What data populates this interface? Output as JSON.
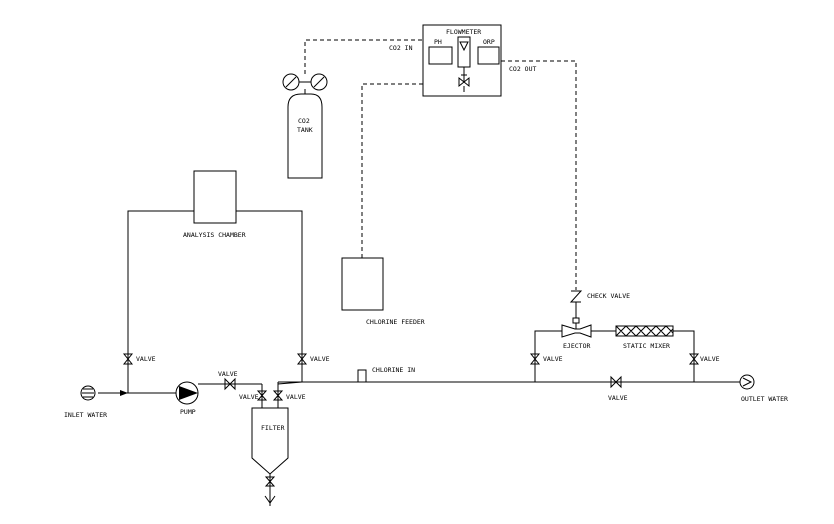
{
  "labels": {
    "flowmeter": "FLOWMETER",
    "ph": "PH",
    "orp": "ORP",
    "co2_in": "CO2 IN",
    "co2_out": "CO2 OUT",
    "co2_tank_line1": "CO2",
    "co2_tank_line2": "TANK",
    "analysis_chamber": "ANALYSIS CHAMBER",
    "chlorine_feeder": "CHLORINE FEEDER",
    "check_valve": "CHECK VALVE",
    "ejector": "EJECTOR",
    "static_mixer": "STATIC MIXER",
    "chlorine_in": "CHLORINE IN",
    "valve": "VALVE",
    "inlet_water": "INLET WATER",
    "pump": "PUMP",
    "filter": "FILTER",
    "outlet_water": "OUTLET WATER"
  }
}
